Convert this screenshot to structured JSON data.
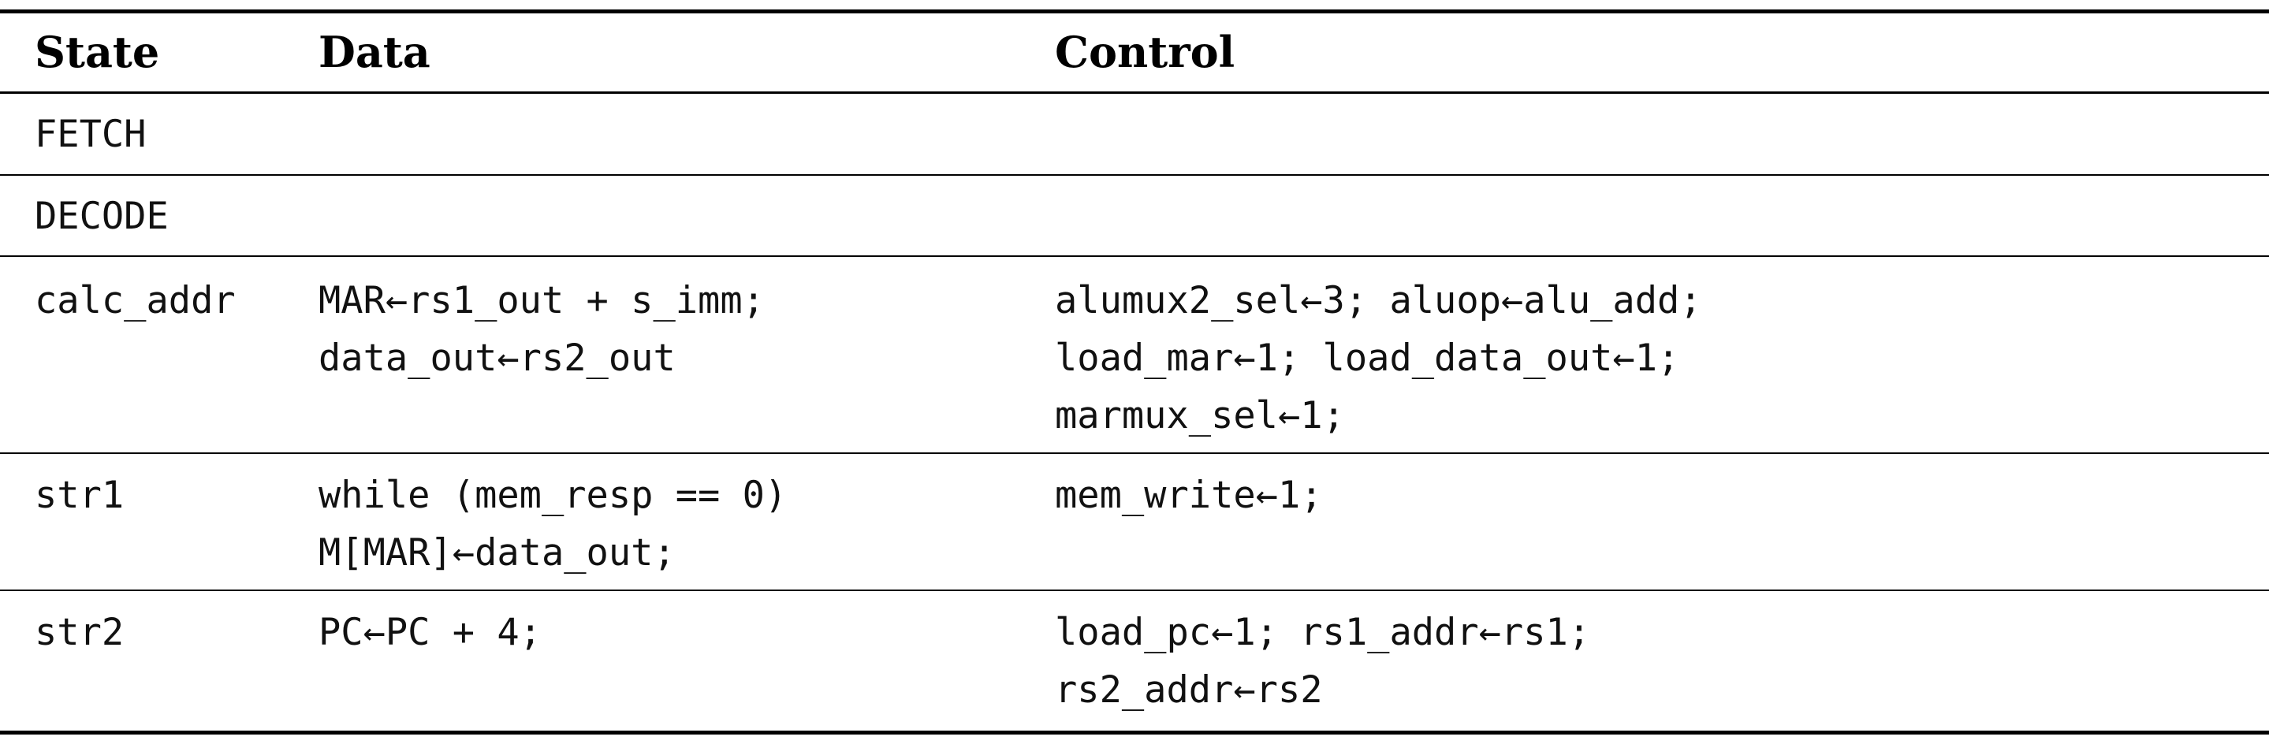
{
  "table": {
    "headers": {
      "state": "State",
      "data": "Data",
      "control": "Control"
    },
    "rows": [
      {
        "state": "FETCH",
        "data": [],
        "control": []
      },
      {
        "state": "DECODE",
        "data": [],
        "control": []
      },
      {
        "state": "calc_addr",
        "data": [
          "MAR←rs1_out + s_imm;",
          "data_out←rs2_out"
        ],
        "control": [
          "alumux2_sel←3; aluop←alu_add;",
          "load_mar←1; load_data_out←1;",
          "marmux_sel←1;"
        ]
      },
      {
        "state": "str1",
        "data": [
          "while (mem_resp == 0)",
          "M[MAR]←data_out;"
        ],
        "control": [
          "mem_write←1;"
        ]
      },
      {
        "state": "str2",
        "data": [
          "PC←PC + 4;"
        ],
        "control": [
          "load_pc←1; rs1_addr←rs1;",
          "rs2_addr←rs2"
        ]
      }
    ]
  }
}
